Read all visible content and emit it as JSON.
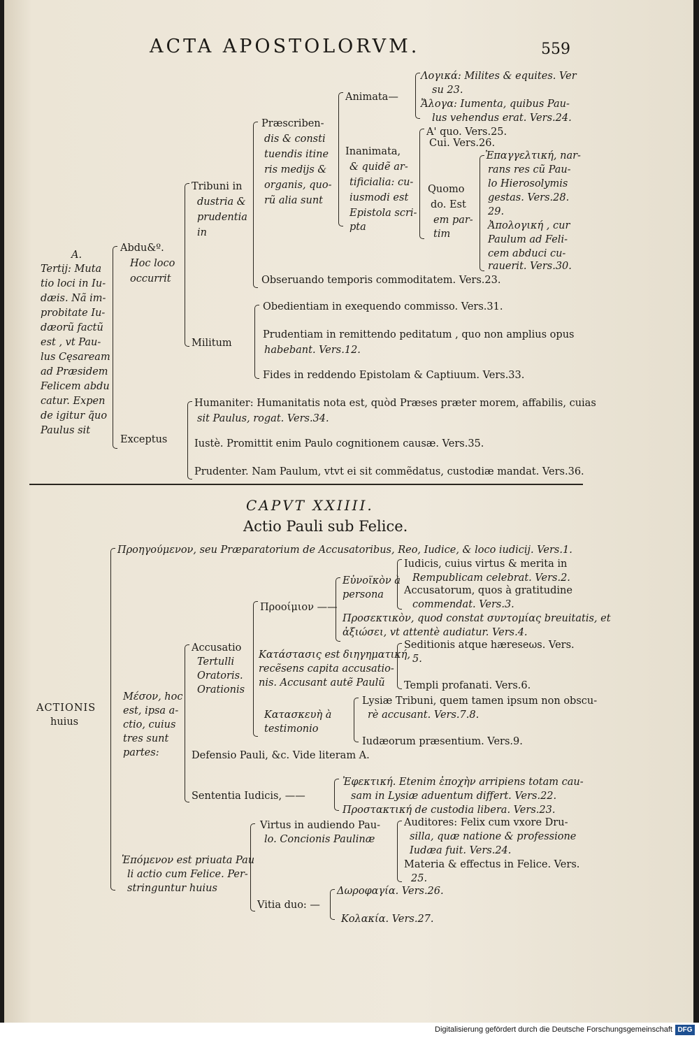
{
  "header": {
    "running_title": "ACTA APOSTOLORVM.",
    "page_number": "559"
  },
  "top_outline": {
    "a_label": "A.",
    "tertij": [
      "Tertij: Muta",
      "tio loci in Iu-",
      "dæis. Nã im-",
      "probitate Iu-",
      "dæorũ factũ",
      "est , vt Pau-",
      "lus Cęsaream",
      "ad Præsidem",
      "Felicem abdu",
      "catur. Expen",
      "de igitur q̃uo",
      "Paulus sit"
    ],
    "abductus": [
      "Abdu&º.",
      "Hoc loco",
      "occurrit"
    ],
    "tribuni": [
      "Tribuni in",
      "dustria &",
      "prudentia",
      "in"
    ],
    "praescribendis": [
      "Præscriben-",
      "dis & consti",
      "tuendis itine",
      "ris medijs &",
      "organis, quo-",
      "rũ alia sunt"
    ],
    "animata": "Animata—",
    "logika": [
      "Λογικά: Milites & equites. Ver",
      "su 23."
    ],
    "aloga": [
      "Ἄλογα: Iumenta, quibus Pau-",
      "lus vehendus erat. Vers.24."
    ],
    "inanimata": [
      "Inanimata,",
      "& quidẽ ar-",
      "tificialia: cu-",
      "iusmodi est",
      "Epistola scri-",
      "pta"
    ],
    "a_quo": "A' quo. Vers.25.",
    "cui": "Cui. Vers.26.",
    "quomodo": [
      "Quomo",
      "do. Est",
      "em par-",
      "tim"
    ],
    "epangeltike": [
      "Ἐπαγγελτική, nar-",
      "rans res cũ Pau-",
      "lo Hierosolymis",
      "gestas. Vers.28.",
      "29."
    ],
    "apologike": [
      "Ἀπολογική , cur",
      "Paulum ad Feli-",
      "cem abduci cu-",
      "rauerit. Vers.30."
    ],
    "observando": "Obseruando temporis commoditatem. Vers.23.",
    "militum": "Militum",
    "obedientiam": "Obedientiam in exequendo commisso. Vers.31.",
    "prudentiam": [
      "Prudentiam in remittendo peditatum , quo non amplius opus",
      "habebant. Vers.12."
    ],
    "fides": "Fides in reddendo Epistolam & Captiuum. Vers.33.",
    "exceptus": "Exceptus",
    "humaniter": [
      "Humaniter: Humanitatis nota est, quòd Præses præter morem, affabilis, cuias",
      "sit Paulus, rogat. Vers.34."
    ],
    "iuste": "Iustè. Promittit enim Paulo cognitionem causæ. Vers.35.",
    "prudenter": "Prudenter. Nam Paulum, vtvt ei sit commẽdatus, custodiæ mandat. Vers.36."
  },
  "chapter": {
    "caput": "CAPVT XXIIII.",
    "title": "Actio Pauli sub Felice."
  },
  "bottom_outline": {
    "actionis": [
      "ACTIONIS",
      "huius"
    ],
    "proeg": "Προηγούμενον, seu Præparatorium de Accusatoribus, Reo, Iudice, & loco iudicij. Vers.1.",
    "meson": [
      "Μέσον, hoc",
      "est, ipsa a-",
      "ctio, cuius",
      "tres sunt",
      "partes:"
    ],
    "accusatio": [
      "Accusatio",
      "Tertulli",
      "Oratoris.",
      "Orationis"
    ],
    "prooimion": "Προοίμιον ——",
    "eunoikon": [
      "Εὐνοϊκὸν à",
      "persona"
    ],
    "iudicis": [
      "Iudicis, cuius virtus & merita in",
      "Rempublicam celebrat. Vers.2."
    ],
    "accusatorum": [
      "Accusatorum, quos à gratitudine",
      "commendat. Vers.3."
    ],
    "prosektikon": [
      "Προσεκτικὸν, quod constat συντομίας breuitatis, et",
      "ἀξιώσει, vt attentè audiatur. Vers.4."
    ],
    "katastasis": [
      "Κατάστασις est διηγηματική,",
      "recẽsens capita accusatio-",
      "nis. Accusant autẽ Paulũ"
    ],
    "seditionis": [
      "Seditionis atque hæreseωs. Vers.",
      "5."
    ],
    "templi": "Templi profanati. Vers.6.",
    "kataskeue": [
      "Κατασκευὴ à",
      "testimonio"
    ],
    "lysiae": [
      "Lysiæ Tribuni, quem tamen ipsum non obscu-",
      "rè accusant. Vers.7.8."
    ],
    "iudaeorum": "Iudæorum præsentium. Vers.9.",
    "defensio": "Defensio Pauli, &c. Vide literam A.",
    "sententia": "Sententia Iudicis, ——",
    "ephektike": [
      "Ἐφεκτική. Etenim ἐποχὴν arripiens totam cau-",
      "sam in Lysiæ aduentum differt. Vers.22."
    ],
    "prostaktike": "Προστακτική de custodia libera. Vers.23.",
    "epomenon": [
      "Ἑπόμενον est priuata Pau",
      "li actio cum Felice. Per-",
      "stringuntur huius"
    ],
    "virtus": [
      "Virtus in audiendo Pau-",
      "lo. Concionis Paulinæ"
    ],
    "auditores": [
      "Auditores: Felix cum vxore Dru-",
      "silla, quæ natione & professione",
      "Iudæa fuit. Vers.24."
    ],
    "materia": [
      "Materia & effectus in Felice. Vers.",
      "25."
    ],
    "vitia": "Vitia duo: —",
    "dorophagia": "Δωροφαγία. Vers.26.",
    "kolakia": "Κολακία. Vers.27."
  },
  "footer": {
    "credit": "Digitalisierung gefördert durch die Deutsche Forschungsgemeinschaft",
    "logo": "DFG"
  }
}
